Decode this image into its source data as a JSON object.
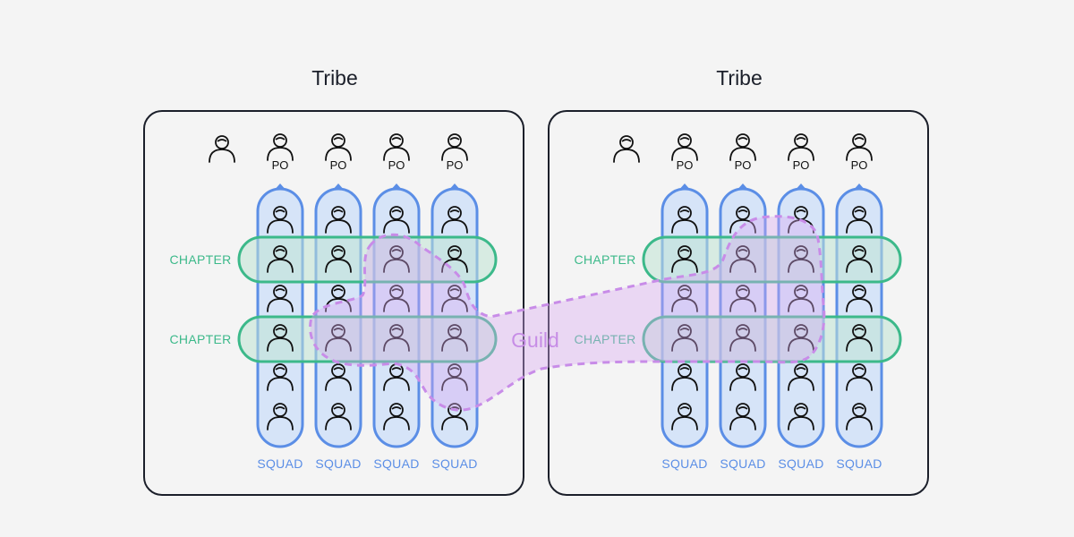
{
  "colors": {
    "background": "#f4f4f4",
    "tribe_border": "#1b1f2a",
    "squad_fill": "#d6e4f8",
    "squad_stroke": "#5b8ee6",
    "chapter_fill": "#bfe3d3",
    "chapter_stroke": "#3cb98a",
    "chapter_text": "#3cb98a",
    "squad_text": "#5b8ee6",
    "guild_fill": "#d9a8f2",
    "guild_stroke": "#c88ce8",
    "guild_text": "#c78de6",
    "person_stroke": "#111111"
  },
  "icons": {
    "person": "person-icon",
    "product_owner": "person-icon"
  },
  "tribes": [
    {
      "title": "Tribe",
      "leader_label": "",
      "product_owners": [
        "PO",
        "PO",
        "PO",
        "PO"
      ],
      "squads": [
        "SQUAD",
        "SQUAD",
        "SQUAD",
        "SQUAD"
      ],
      "chapters": [
        "CHAPTER",
        "CHAPTER"
      ]
    },
    {
      "title": "Tribe",
      "leader_label": "",
      "product_owners": [
        "PO",
        "PO",
        "PO",
        "PO"
      ],
      "squads": [
        "SQUAD",
        "SQUAD",
        "SQUAD",
        "SQUAD"
      ],
      "chapters": [
        "CHAPTER",
        "CHAPTER"
      ]
    }
  ],
  "squad_members_per_squad": 6,
  "guild": {
    "label": "Guild"
  }
}
